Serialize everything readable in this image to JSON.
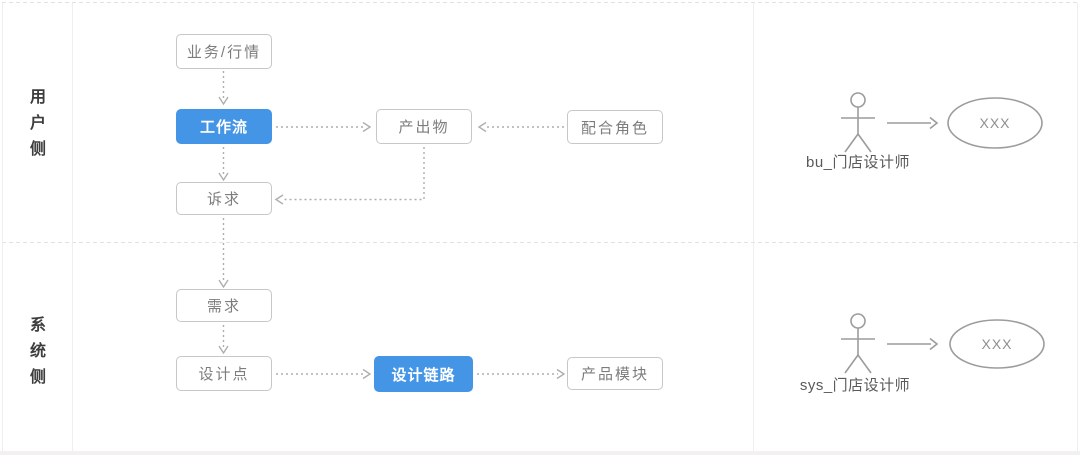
{
  "rows": [
    {
      "label": "用户侧"
    },
    {
      "label": "系统侧"
    }
  ],
  "nodes": [
    {
      "id": "business",
      "label": "业务/行情",
      "variant": "outline"
    },
    {
      "id": "workflow",
      "label": "工作流",
      "variant": "primary"
    },
    {
      "id": "output",
      "label": "产出物",
      "variant": "outline"
    },
    {
      "id": "partner-role",
      "label": "配合角色",
      "variant": "outline"
    },
    {
      "id": "appeal",
      "label": "诉求",
      "variant": "outline"
    },
    {
      "id": "requirement",
      "label": "需求",
      "variant": "outline"
    },
    {
      "id": "design-point",
      "label": "设计点",
      "variant": "outline"
    },
    {
      "id": "design-chain",
      "label": "设计链路",
      "variant": "primary"
    },
    {
      "id": "product-module",
      "label": "产品模块",
      "variant": "outline"
    }
  ],
  "actors": [
    {
      "name": "bu_门店设计师",
      "usecase": "XXX"
    },
    {
      "name": "sys_门店设计师",
      "usecase": "XXX"
    }
  ],
  "colors": {
    "accent": "#4495e6",
    "box_border": "#c7c7c7",
    "box_text": "#7d7d7d",
    "connector": "#aeaeae",
    "actor_stroke": "#9c9c9c",
    "divider": "#e0e0e0"
  }
}
